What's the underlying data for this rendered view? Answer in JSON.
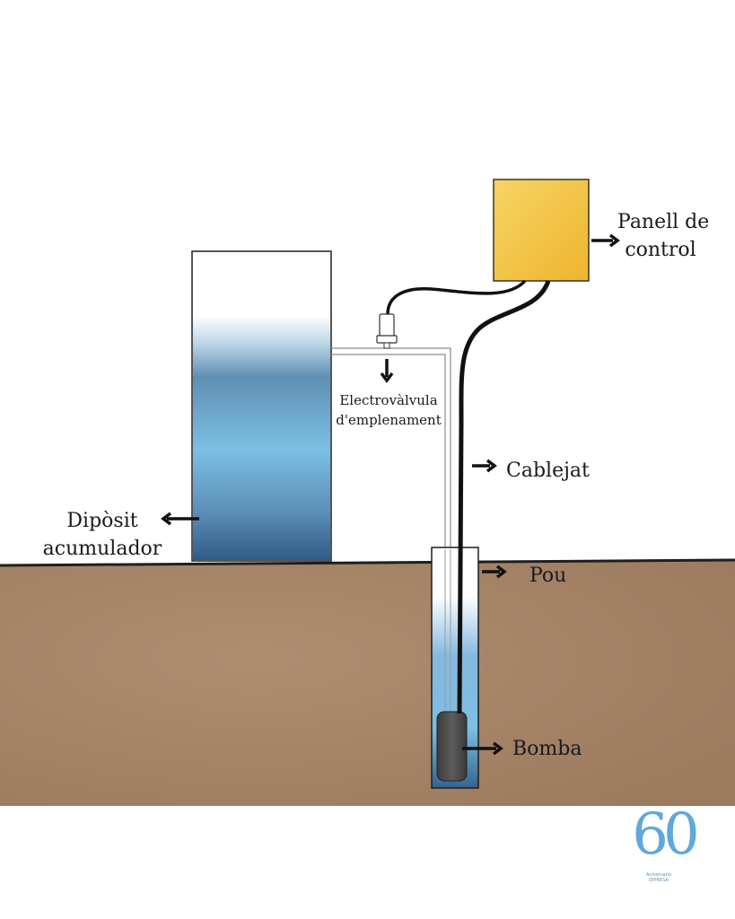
{
  "labels": {
    "panel": [
      "Panell de",
      "control"
    ],
    "valve": [
      "Electrovàlvula",
      "d'emplenament"
    ],
    "cabling": "Cablejat",
    "tank": [
      "Dipòsit",
      "acumulador"
    ],
    "well": "Pou",
    "pump": "Bomba"
  },
  "logo": {
    "number": "60",
    "small_text": [
      "Aniversario",
      "DIPRESA"
    ]
  },
  "colors": {
    "ground": "#a58366",
    "ground_line": "#1e1e1e",
    "panel": "#f2c23e",
    "water_light": "#7bbfe3",
    "water_dark": "#2f5c86",
    "pump": "#4a4a4a",
    "cable": "#111111",
    "logo": "#5fa8dc"
  }
}
